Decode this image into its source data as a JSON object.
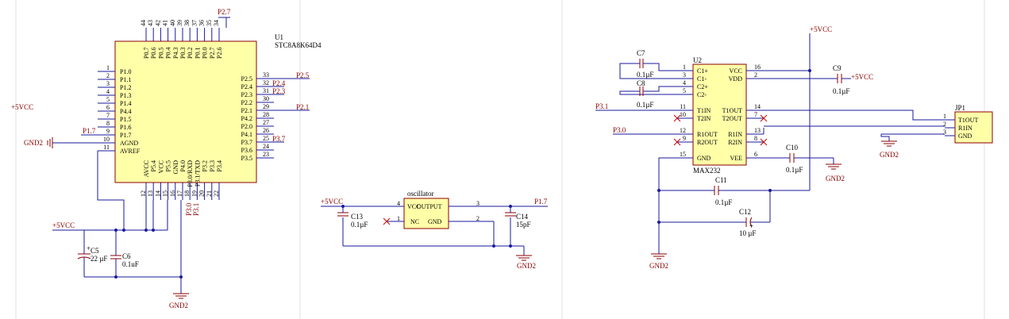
{
  "u1": {
    "ref": "U1",
    "part": "STC8A8K64D4",
    "left_pins": [
      {
        "num": "1",
        "name": "P1.0"
      },
      {
        "num": "2",
        "name": "P1.1"
      },
      {
        "num": "3",
        "name": "P1.2"
      },
      {
        "num": "4",
        "name": "P1.3"
      },
      {
        "num": "5",
        "name": "P1.4"
      },
      {
        "num": "6",
        "name": "P4.4"
      },
      {
        "num": "7",
        "name": "P1.5"
      },
      {
        "num": "8",
        "name": "P1.6"
      },
      {
        "num": "9",
        "name": "P1.7"
      },
      {
        "num": "10",
        "name": "AGND"
      },
      {
        "num": "11",
        "name": "AVREF"
      }
    ],
    "right_pins": [
      {
        "num": "33",
        "name": "P2.5"
      },
      {
        "num": "32",
        "name": "P2.4"
      },
      {
        "num": "31",
        "name": "P2.3"
      },
      {
        "num": "30",
        "name": "P2.2"
      },
      {
        "num": "29",
        "name": "P2.1"
      },
      {
        "num": "28",
        "name": "P4.2"
      },
      {
        "num": "27",
        "name": "P2.0"
      },
      {
        "num": "26",
        "name": "P4.1"
      },
      {
        "num": "25",
        "name": "P3.7"
      },
      {
        "num": "24",
        "name": "P3.6"
      },
      {
        "num": "23",
        "name": "P3.5"
      }
    ],
    "top_pins": [
      {
        "num": "44",
        "name": "P0.7"
      },
      {
        "num": "43",
        "name": "P0.6"
      },
      {
        "num": "42",
        "name": "P0.5"
      },
      {
        "num": "41",
        "name": "P0.4"
      },
      {
        "num": "40",
        "name": "P4.3"
      },
      {
        "num": "39",
        "name": "P0.3"
      },
      {
        "num": "38",
        "name": "P0.2"
      },
      {
        "num": "37",
        "name": "P0.1"
      },
      {
        "num": "36",
        "name": "P0.0"
      },
      {
        "num": "35",
        "name": "P2.7"
      },
      {
        "num": "34",
        "name": "P2.6"
      }
    ],
    "bottom_pins": [
      {
        "num": "12",
        "name": "AVCC"
      },
      {
        "num": "13",
        "name": "P5.4"
      },
      {
        "num": "14",
        "name": "VCC"
      },
      {
        "num": "15",
        "name": "P5.5"
      },
      {
        "num": "16",
        "name": "GND"
      },
      {
        "num": "17",
        "name": "P4.0"
      },
      {
        "num": "18",
        "name": "P3.0/RXD"
      },
      {
        "num": "19",
        "name": "P3.1/TXD"
      },
      {
        "num": "20",
        "name": "P3.2"
      },
      {
        "num": "21",
        "name": "P3.3"
      },
      {
        "num": "22",
        "name": "P3.4"
      }
    ]
  },
  "u2": {
    "ref": "U2",
    "part": "MAX232",
    "left_pins": [
      {
        "num": "1",
        "name": "C1+"
      },
      {
        "num": "3",
        "name": "C1-"
      },
      {
        "num": "4",
        "name": "C2+"
      },
      {
        "num": "5",
        "name": "C2-"
      },
      {
        "num": "11",
        "name": "T1IN"
      },
      {
        "num": "10",
        "name": "T2IN"
      },
      {
        "num": "12",
        "name": "R1OUT"
      },
      {
        "num": "9",
        "name": "R2OUT"
      },
      {
        "num": "15",
        "name": "GND"
      }
    ],
    "right_pins": [
      {
        "num": "16",
        "name": "VCC"
      },
      {
        "num": "2",
        "name": "VDD"
      },
      {
        "num": "14",
        "name": "T1OUT"
      },
      {
        "num": "7",
        "name": "T2OUT"
      },
      {
        "num": "13",
        "name": "R1IN"
      },
      {
        "num": "8",
        "name": "R2IN"
      },
      {
        "num": "6",
        "name": "VEE"
      }
    ]
  },
  "osc": {
    "title": "oscillator",
    "pins": [
      {
        "num": "4",
        "name": "VCC"
      },
      {
        "num": "3",
        "name": "OUTPUT"
      },
      {
        "num": "1",
        "name": "NC"
      },
      {
        "num": "2",
        "name": "GND"
      }
    ]
  },
  "jp1": {
    "ref": "JP1",
    "pins": [
      {
        "num": "1",
        "name": "T1OUT"
      },
      {
        "num": "2",
        "name": "R1IN"
      },
      {
        "num": "3",
        "name": "GND"
      }
    ]
  },
  "caps": {
    "c5": {
      "ref": "C5",
      "value": "22 µF"
    },
    "c6": {
      "ref": "C6",
      "value": "0.1uF"
    },
    "c7": {
      "ref": "C7",
      "value": "0.1µF"
    },
    "c8": {
      "ref": "C8",
      "value": "0.1µF"
    },
    "c9": {
      "ref": "C9",
      "value": "0.1µF"
    },
    "c10": {
      "ref": "C10",
      "value": "0.1µF"
    },
    "c11": {
      "ref": "C11",
      "value": "0.1µF"
    },
    "c12": {
      "ref": "C12",
      "value": "10 µF"
    },
    "c13": {
      "ref": "C13",
      "value": "0.1µF"
    },
    "c14": {
      "ref": "C14",
      "value": "15pF"
    }
  },
  "nets": {
    "vcc": "+5VCC",
    "gnd": "GND2",
    "p27": "P2.7",
    "p25": "P2.5",
    "p24": "P2.4",
    "p23": "P2.3",
    "p21": "P2.1",
    "p37": "P3.7",
    "p17": "P1.7",
    "p30": "P3.0",
    "p31": "P3.1",
    "p30rxd": "P3.0",
    "p31txd": "P3.1"
  },
  "colors": {
    "wire": "#1a1a9c",
    "part_outline": "#8b0000",
    "part_fill": "#ffffa8",
    "net_label": "#8b0000",
    "no_connect": "#cc0000"
  }
}
